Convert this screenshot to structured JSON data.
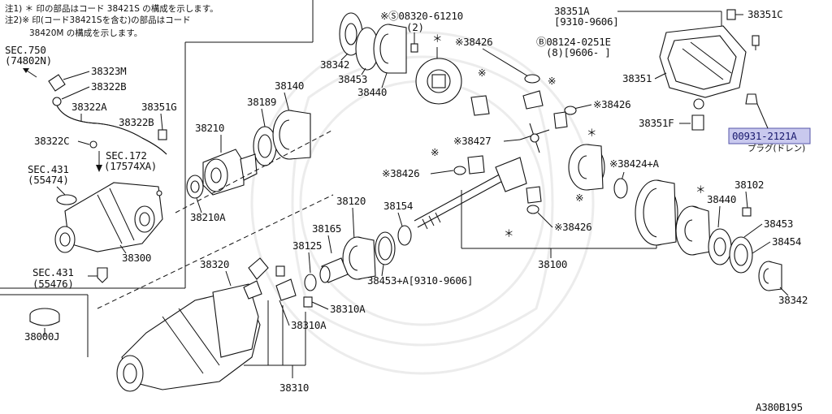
{
  "diagram_id": "A380B195",
  "notes": [
    "注1) ＊ 印の部品はコード 38421S の構成を示します。",
    "注2)※ 印(コード38421Sを含む)の部品はコード",
    "38420M の構成を示します。"
  ],
  "highlight": {
    "part": "00931-2121A",
    "sub": "プラグ(ドレン)",
    "color": "#c9c9ee"
  },
  "labels": {
    "sec750": "SEC.750",
    "sec750_ref": "(74802N)",
    "p38323M": "38323M",
    "p38322B_top": "38322B",
    "p38322A": "38322A",
    "p38351G": "38351G",
    "p38322B": "38322B",
    "p38322C": "38322C",
    "sec172": "SEC.172",
    "sec172_ref": "(17574XA)",
    "sec431a": "SEC.431",
    "sec431a_ref": "(55474)",
    "p38300": "38300",
    "sec431b": "SEC.431",
    "sec431b_ref": "(55476)",
    "p38000J": "38000J",
    "p38342_top": "38342",
    "p38453_top": "38453",
    "p38440_top": "38440",
    "bolt_s": "※Ⓢ08320-61210",
    "bolt_s_qty": "(2)",
    "p38426_a": "※38426",
    "p38351A": "38351A",
    "p38351A_range": "[9310-9606]",
    "p38351C": "38351C",
    "bolt_b": "Ⓑ08124-0251E",
    "bolt_b_qty": "(8)[9606-   ]",
    "p38351": "38351",
    "p38426_b": "※38426",
    "p38351F": "38351F",
    "p38140": "38140",
    "p38189": "38189",
    "p38210": "38210",
    "p38427": "※38427",
    "p38424A": "※38424+A",
    "p38426_c": "※38426",
    "p38210A": "38210A",
    "p38120": "38120",
    "p38154": "38154",
    "p38102": "38102",
    "p38440_right": "38440",
    "p38453_right": "38453",
    "p38454": "38454",
    "p38165": "38165",
    "p38426_d": "※38426",
    "p38125": "38125",
    "p38320": "38320",
    "p38453A": "38453+A[9310-9606]",
    "p38100": "38100",
    "p38342_right": "38342",
    "p38310A_a": "38310A",
    "p38310A_b": "38310A",
    "p38310": "38310"
  }
}
